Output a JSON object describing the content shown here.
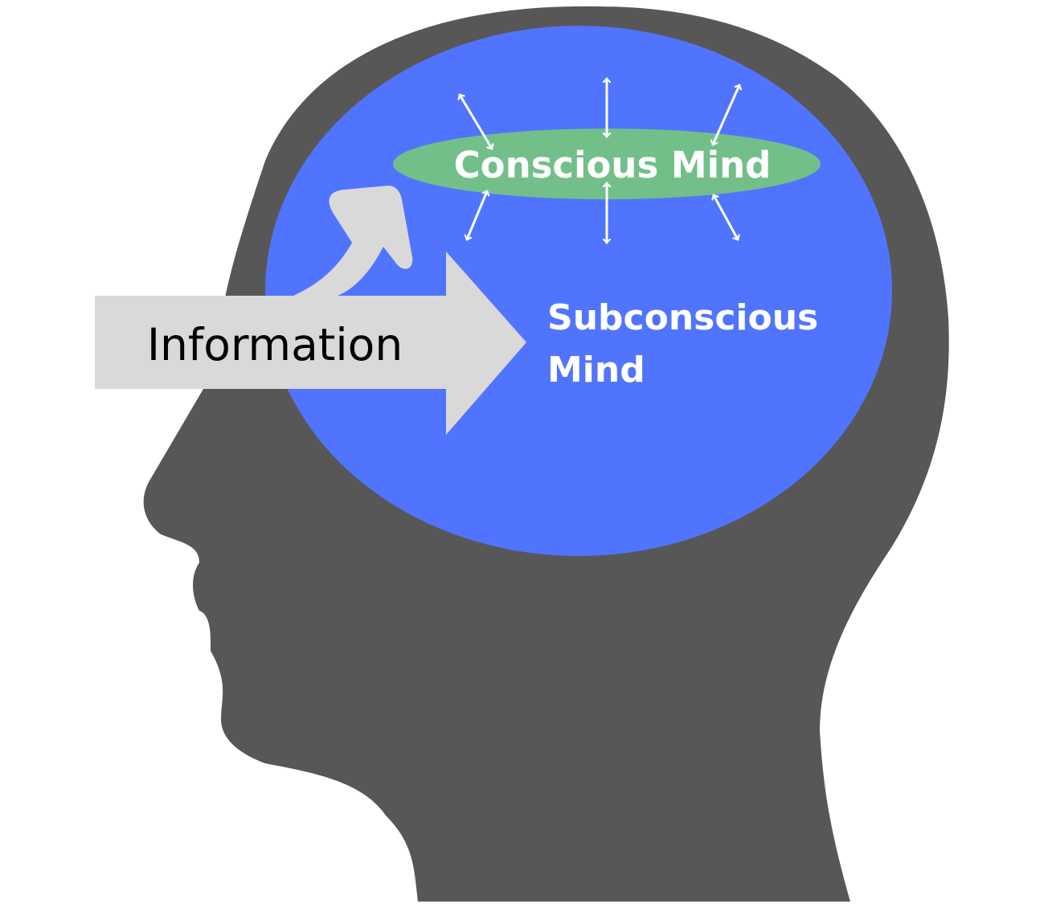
{
  "labels": {
    "conscious": "Conscious Mind",
    "subconscious_line1": "Subconscious",
    "subconscious_line2": "Mind",
    "information": "Information"
  },
  "colors": {
    "head": "#575757",
    "subconscious_area": "#5174FF",
    "conscious_area": "#73BF8A",
    "information_arrow": "#D9D9D9",
    "label_light": "#FFFFFF",
    "label_dark": "#000000",
    "exchange_arrows": "#FFFFFF"
  },
  "icons": {
    "head": "human-head-profile-silhouette",
    "exchange_arrow": "double-headed-arrow"
  }
}
